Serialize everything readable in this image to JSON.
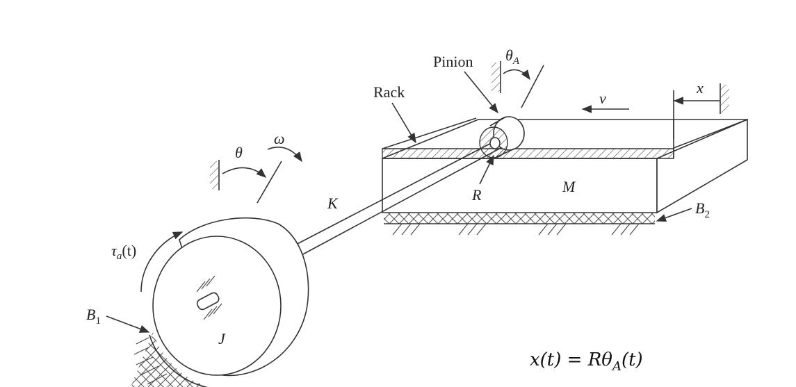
{
  "labels": {
    "pinion": "Pinion",
    "rack": "Rack",
    "theta_a": "θ",
    "theta_a_sub": "A",
    "x": "x",
    "v": "v",
    "theta": "θ",
    "omega": "ω",
    "k": "K",
    "r": "R",
    "m": "M",
    "b2": "B",
    "b2_sub": "2",
    "tau": "τ",
    "tau_sub": "a",
    "tau_arg": "(t)",
    "b1": "B",
    "b1_sub": "1",
    "j": "J"
  },
  "equation": {
    "text": "x(t) = Rθ",
    "sub": "A",
    "tail": "(t)"
  },
  "colors": {
    "line": "#333333",
    "background": "#ffffff"
  }
}
